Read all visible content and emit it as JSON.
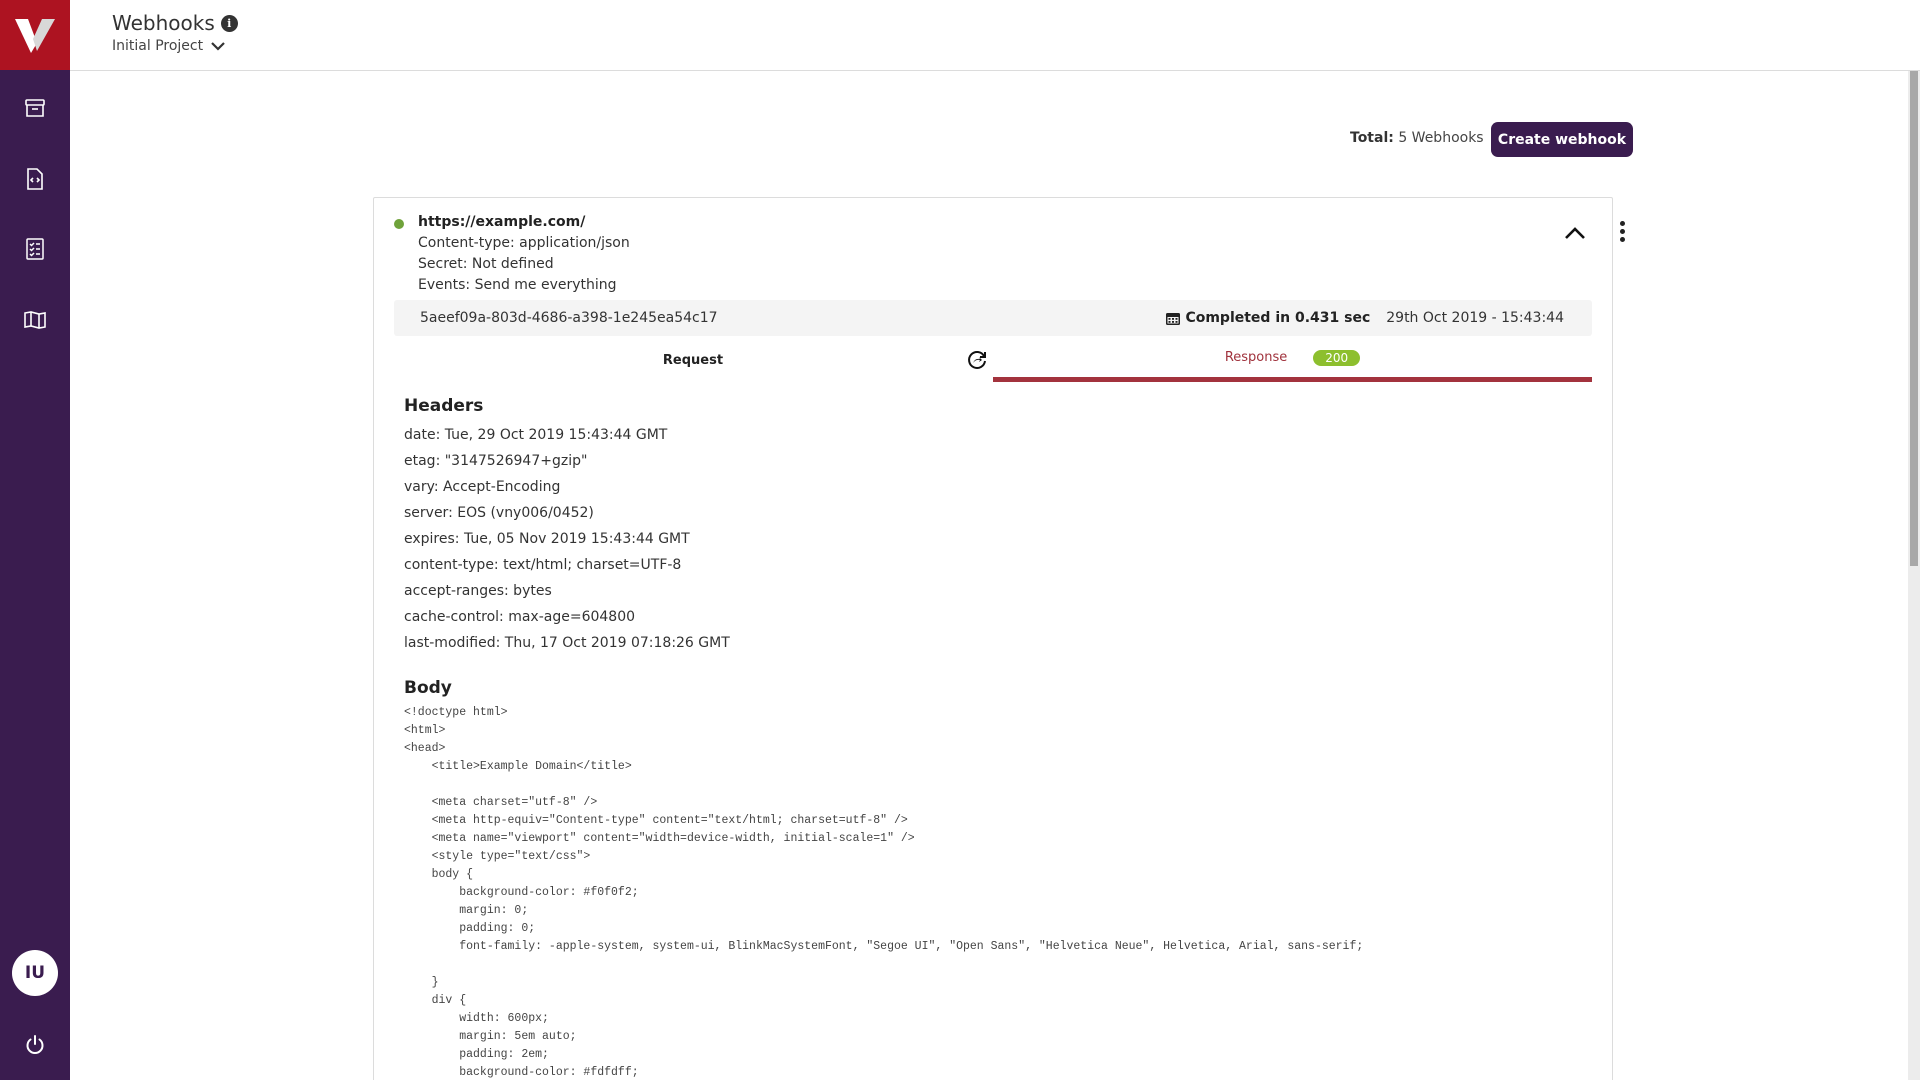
{
  "header": {
    "title": "Webhooks",
    "info_icon": "i",
    "project": "Initial Project"
  },
  "sidebar": {
    "items": [
      {
        "name": "archive-box",
        "icon": "archive-icon"
      },
      {
        "name": "code-file",
        "icon": "code-file-icon"
      },
      {
        "name": "checklist",
        "icon": "checklist-icon"
      },
      {
        "name": "map",
        "icon": "map-icon"
      }
    ],
    "avatar_initials": "IU",
    "power_icon": "power-icon"
  },
  "toolbar": {
    "total_label": "Total:",
    "total_value": "5 Webhooks",
    "create_label": "Create webhook"
  },
  "webhook": {
    "status_color": "#6fa23a",
    "url": "https://example.com/",
    "content_type": "Content-type: application/json",
    "secret": "Secret: Not defined",
    "events": "Events: Send me everything",
    "delivery": {
      "id": "5aeef09a-803d-4686-a398-1e245ea54c17",
      "completed": "Completed in 0.431 sec",
      "timestamp": "29th Oct 2019 - 15:43:44"
    },
    "tabs": {
      "request": "Request",
      "response": "Response",
      "status_code": "200"
    },
    "response": {
      "headers_title": "Headers",
      "headers": [
        "date: Tue, 29 Oct 2019 15:43:44 GMT",
        "etag: \"3147526947+gzip\"",
        "vary: Accept-Encoding",
        "server: EOS (vny006/0452)",
        "expires: Tue, 05 Nov 2019 15:43:44 GMT",
        "content-type: text/html; charset=UTF-8",
        "accept-ranges: bytes",
        "cache-control: max-age=604800",
        "last-modified: Thu, 17 Oct 2019 07:18:26 GMT"
      ],
      "body_title": "Body",
      "body": "<!doctype html>\n<html>\n<head>\n    <title>Example Domain</title>\n\n    <meta charset=\"utf-8\" />\n    <meta http-equiv=\"Content-type\" content=\"text/html; charset=utf-8\" />\n    <meta name=\"viewport\" content=\"width=device-width, initial-scale=1\" />\n    <style type=\"text/css\">\n    body {\n        background-color: #f0f0f2;\n        margin: 0;\n        padding: 0;\n        font-family: -apple-system, system-ui, BlinkMacSystemFont, \"Segoe UI\", \"Open Sans\", \"Helvetica Neue\", Helvetica, Arial, sans-serif;\n\n    }\n    div {\n        width: 600px;\n        margin: 5em auto;\n        padding: 2em;\n        background-color: #fdfdff;"
    }
  },
  "colors": {
    "sidebar": "#3a1c4f",
    "logo_bg": "#ad1321",
    "accent": "#a3333d",
    "success": "#8dbf2e"
  }
}
